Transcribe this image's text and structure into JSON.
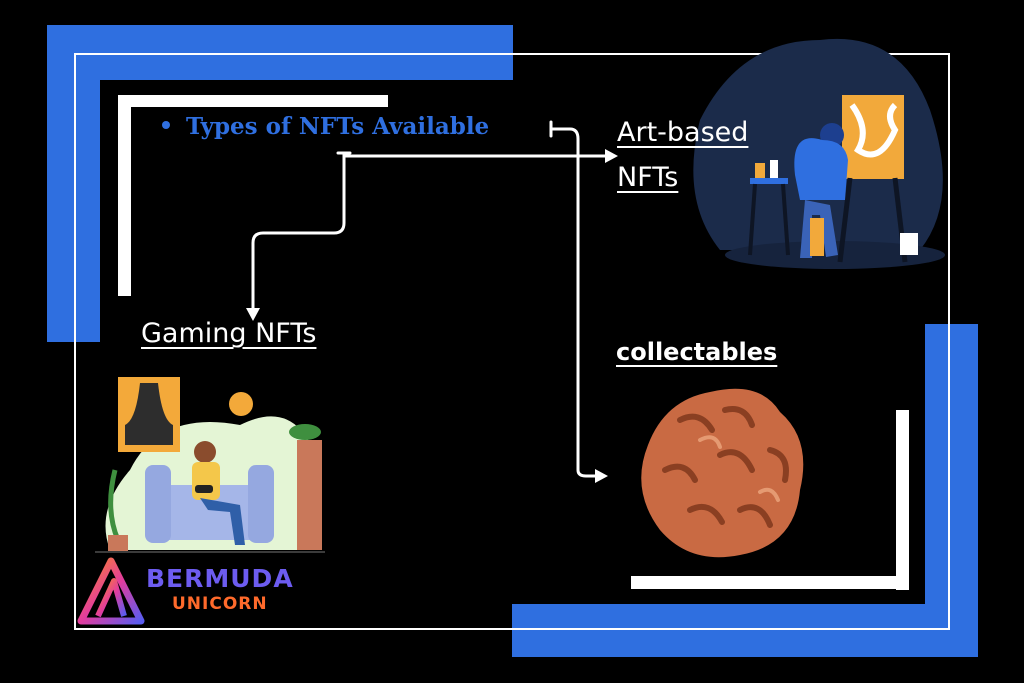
{
  "diagram": {
    "bullet_text": "Types of NFTs Available",
    "nodes": {
      "art": "Art-based NFTs",
      "gaming": "Gaming NFTs",
      "collectables": "collectables"
    }
  },
  "logo": {
    "line1": "BERMUDA",
    "line2": "UNICORN"
  },
  "colors": {
    "accent_blue": "#2f6fe0",
    "background": "#000000",
    "line_white": "#ffffff"
  }
}
